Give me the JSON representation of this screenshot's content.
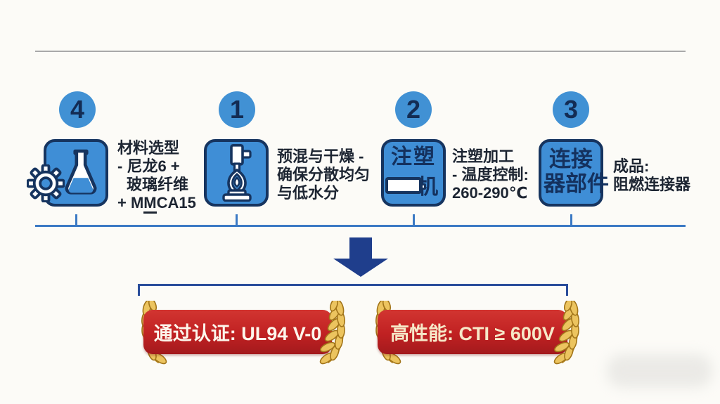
{
  "slide": {
    "type": "process-flow-diagram",
    "colors": {
      "background": "#fcfbf7",
      "step_circle_blue": "#4191d4",
      "icon_box_blue": "#3f8ed6",
      "outline_navy": "#16345f",
      "timeline_blue": "#3b79c4",
      "arrow_navy": "#1f3e8c",
      "bracket_navy": "#2a4d9b",
      "badge_red": "#c02122",
      "laurel_gold": "#ecc45f",
      "top_rule_gray": "#a9a9a9"
    }
  },
  "steps": [
    {
      "number": "4",
      "icon": "gear-flask-icon",
      "lines": [
        "材料选型",
        "- 尼龙6 +",
        "玻璃纤维"
      ],
      "formula_prefix": "+ M",
      "formula_underlined": "M",
      "formula_suffix": "CA15",
      "formula_full": "+ MMCA15"
    },
    {
      "number": "1",
      "icon": "mixer-dryer-icon",
      "lines": [
        "预混与干燥 -",
        "确保分散均匀",
        "与低水分"
      ]
    },
    {
      "number": "2",
      "icon": "injection-machine-icon",
      "box_label_line1": "注塑",
      "box_label_line2": "机",
      "lines": [
        "注塑加工",
        "- 温度控制:",
        "260-290℃"
      ]
    },
    {
      "number": "3",
      "icon": "connector-parts-icon",
      "box_label_line1": "连接",
      "box_label_line2": "器部件",
      "lines": [
        "成品:",
        "阻燃连接器"
      ]
    }
  ],
  "badges": [
    {
      "text": "通过认证: UL94 V-0"
    },
    {
      "text": "高性能: CTI ≥ 600V"
    }
  ]
}
